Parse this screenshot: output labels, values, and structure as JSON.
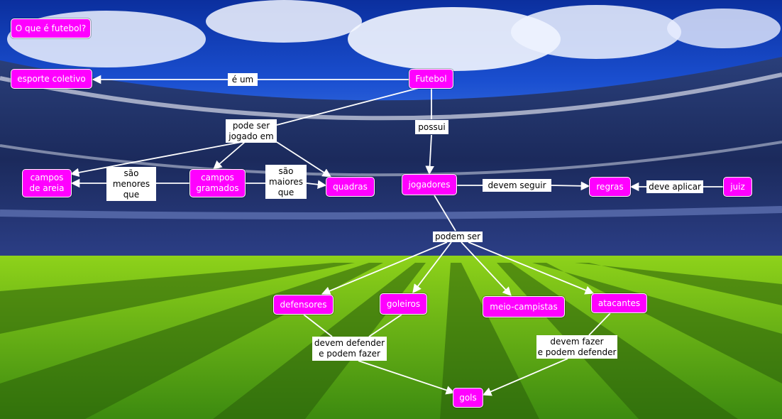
{
  "colors": {
    "node_fill": "#ff00ff",
    "node_text": "#ffffff",
    "edge": "#ffffff",
    "label_fill": "#ffffff",
    "label_text": "#000000"
  },
  "title": "O que é futebol?",
  "nodes": {
    "esporte_coletivo": "esporte coletivo",
    "futebol": "Futebol",
    "campos_areia": "campos\nde areia",
    "campos_gramados": "campos\ngramados",
    "quadras": "quadras",
    "jogadores": "jogadores",
    "regras": "regras",
    "juiz": "juiz",
    "defensores": "defensores",
    "goleiros": "goleiros",
    "meio_campistas": "meio-campistas",
    "atacantes": "atacantes",
    "gols": "gols"
  },
  "links": {
    "e_um": "é um",
    "pode_ser_jogado_em": "pode ser\njogado em",
    "possui": "possui",
    "sao_menores_que": "são\nmenores\nque",
    "sao_maiores_que": "são\nmaiores\nque",
    "devem_seguir": "devem seguir",
    "deve_aplicar": "deve aplicar",
    "podem_ser": "podem ser",
    "devem_defender": "devem defender\ne podem fazer",
    "devem_fazer": "devem fazer\ne podem defender"
  }
}
